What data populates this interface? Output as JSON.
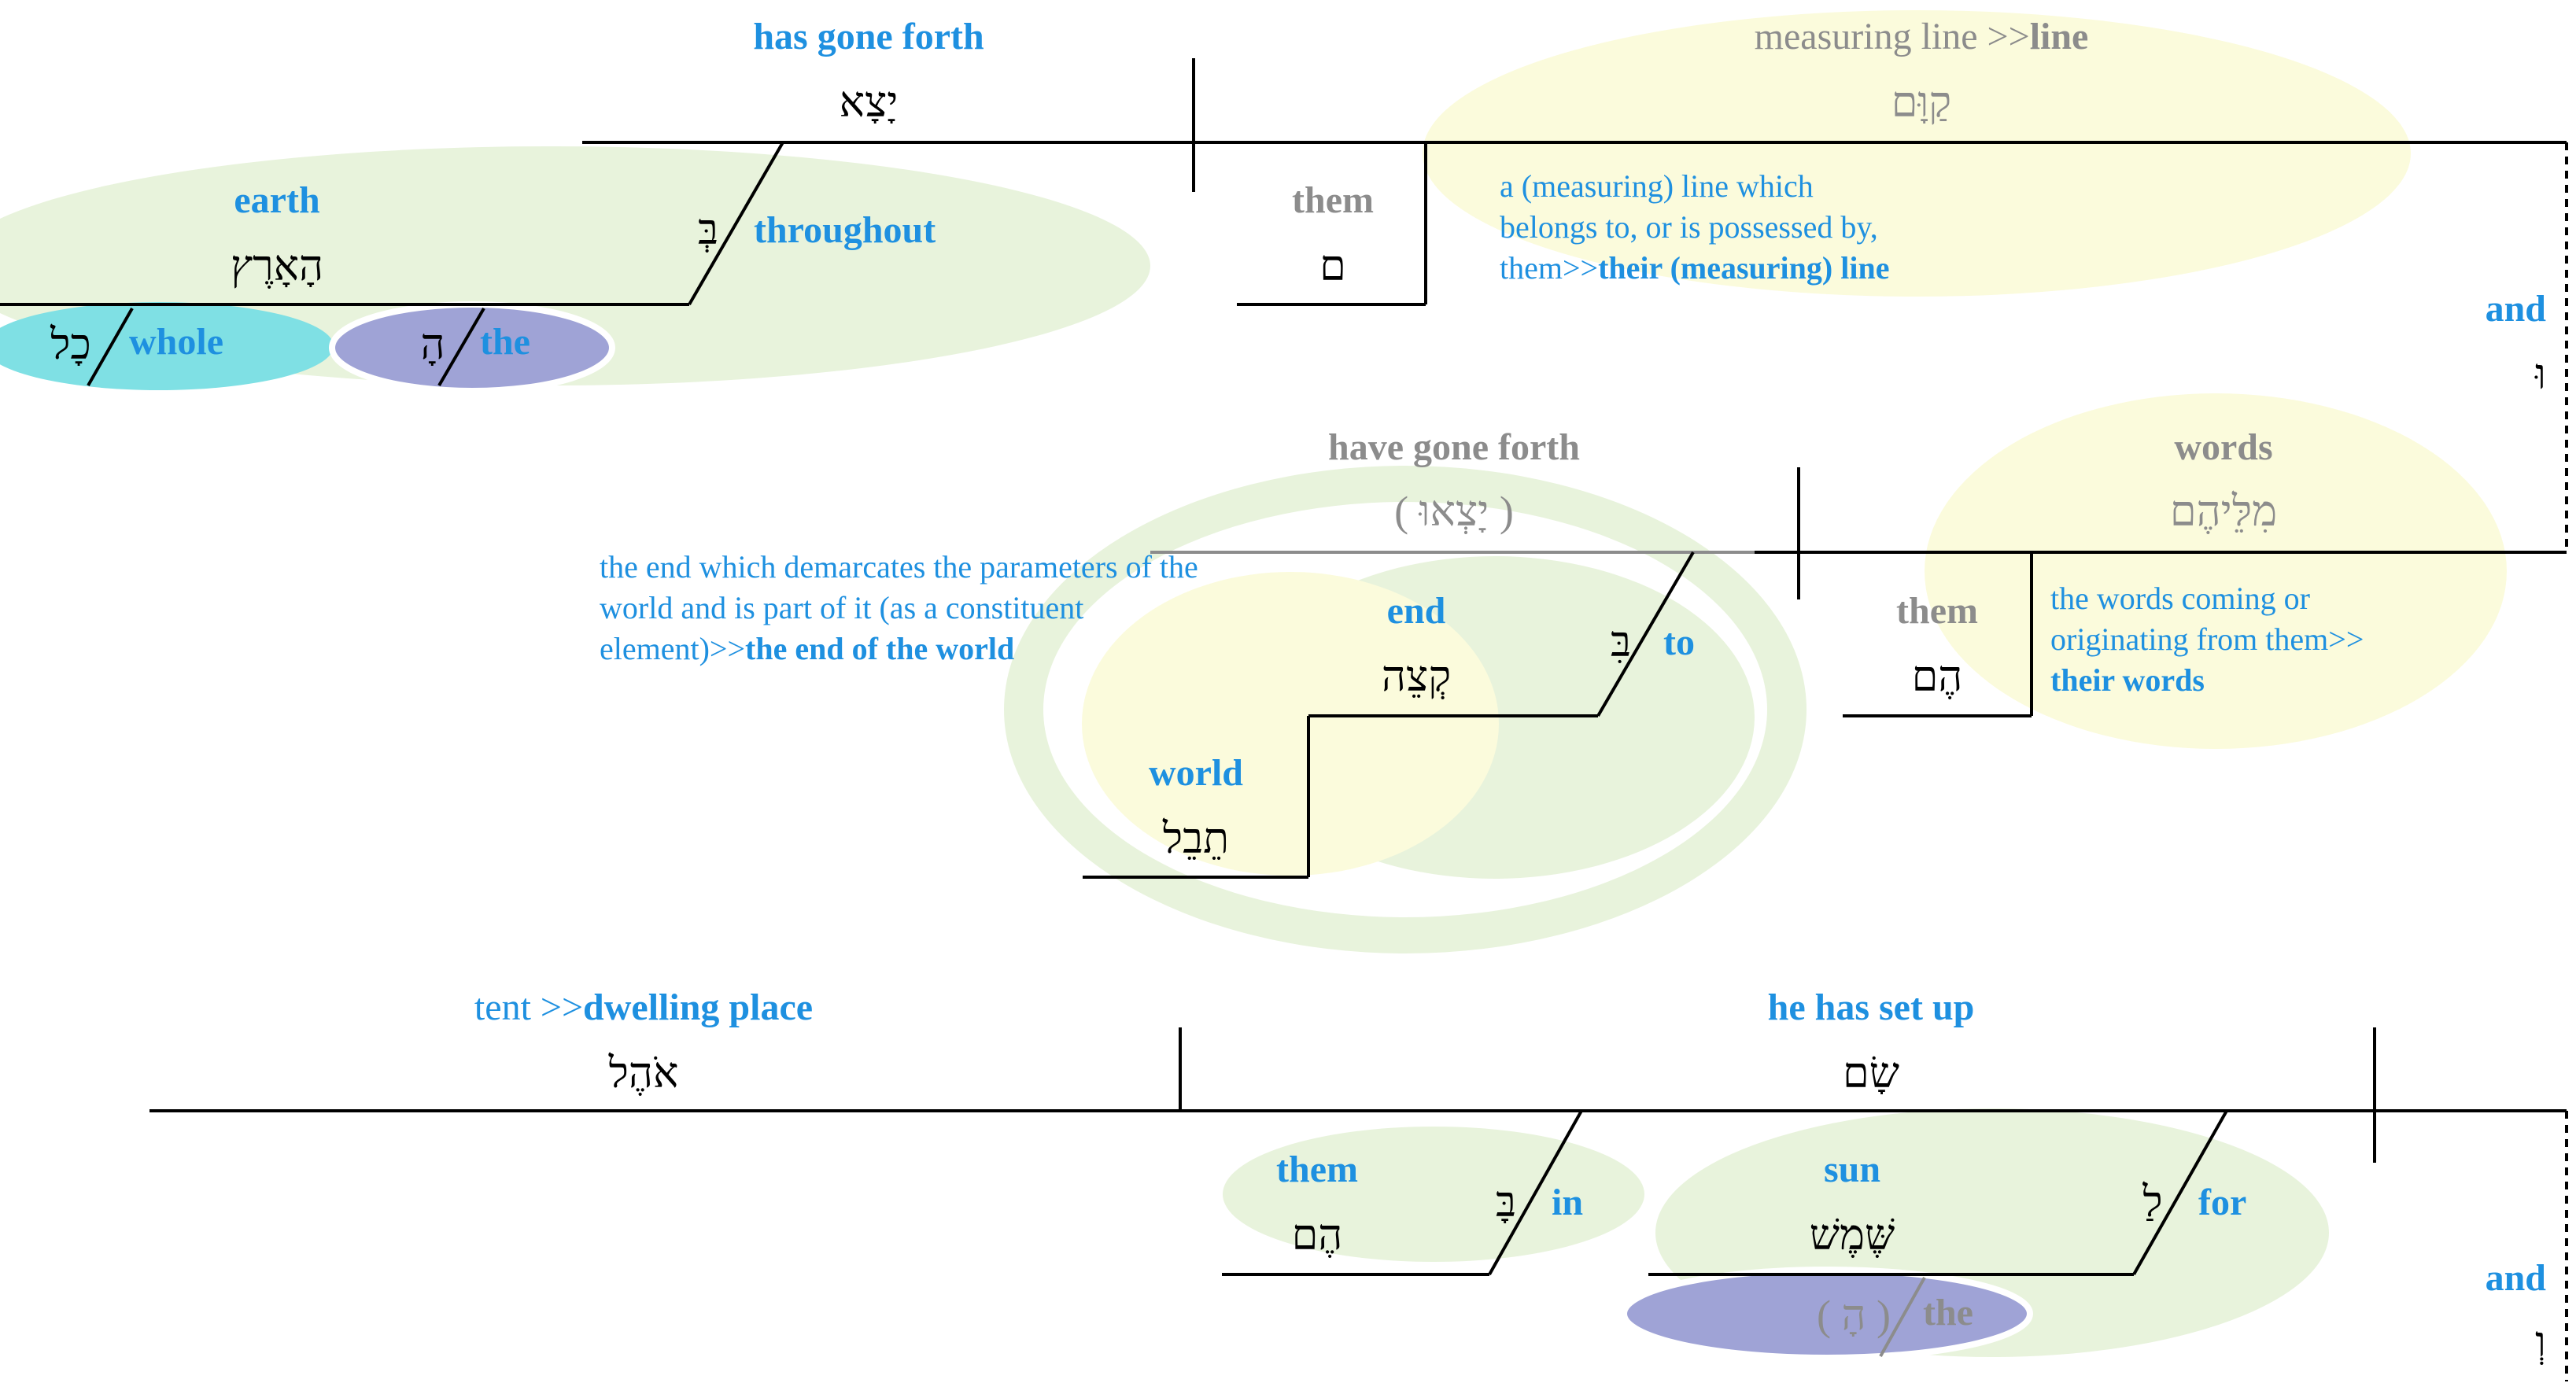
{
  "colors": {
    "gloss_blue": "#1e90e0",
    "gloss_grey": "#8c8c8c",
    "ellipse_green": "#e8f3dc",
    "ellipse_yellow": "#fbfbdc",
    "ellipse_cyan": "#7fe0e4",
    "ellipse_purple": "#9fa3d6"
  },
  "clause1": {
    "verb_gloss": "has gone forth",
    "verb_heb": "יָצָא",
    "subject_gloss_grey": "measuring line >>",
    "subject_gloss_bold": "line",
    "subject_heb": "קַוָּם",
    "poss_gloss": "them",
    "poss_heb": "ם",
    "note_line1": "a (measuring) line which",
    "note_line2": "belongs to, or is possessed by,",
    "note_line3_a": "them>>",
    "note_line3_b": "their (measuring) line",
    "prep_heb": "בְּ",
    "prep_gloss": "throughout",
    "obj_gloss": "earth",
    "obj_heb": "הָאָרֶץ",
    "whole_heb": "כָל",
    "whole_gloss": "whole",
    "article_heb": "הָ",
    "article_gloss": "the"
  },
  "conj_top": {
    "gloss": "and",
    "heb": "וּ"
  },
  "clause2": {
    "verb_gloss": "have gone forth",
    "verb_heb": "( יָצְאוּ )",
    "subject_gloss": "words",
    "subject_heb": "מִלֵּיהֶם",
    "poss_gloss": "them",
    "poss_heb": "הֶם",
    "note_right_line1": "the words coming or",
    "note_right_line2": "originating from them>>",
    "note_right_line3": "their words",
    "note_left_line1": "the end which demarcates the parameters of the",
    "note_left_line2": "world and is part of it (as a constituent",
    "note_left_line3_a": "element)>>",
    "note_left_line3_b": "the end of the world",
    "prep_heb": "בִּ",
    "prep_gloss": "to",
    "end_gloss": "end",
    "end_heb": "קְצֵה",
    "world_gloss": "world",
    "world_heb": "תֵבֵל"
  },
  "clause3": {
    "obj_gloss_a": "tent >>",
    "obj_gloss_b": "dwelling place",
    "obj_heb": "אֹהֶל",
    "verb_gloss": "he has set up",
    "verb_heb": "שָׂם",
    "in_gloss": "them",
    "in_heb": "הֶם",
    "in_prep_heb": "בָּ",
    "in_prep_gloss": "in",
    "sun_gloss": "sun",
    "sun_heb": "שֶּׁמֶשׁ",
    "for_prep_heb": "לַ",
    "for_prep_gloss": "for",
    "article_heb": "( הָ )",
    "article_gloss": "the"
  },
  "conj_bottom": {
    "gloss": "and",
    "heb": "וְ"
  }
}
